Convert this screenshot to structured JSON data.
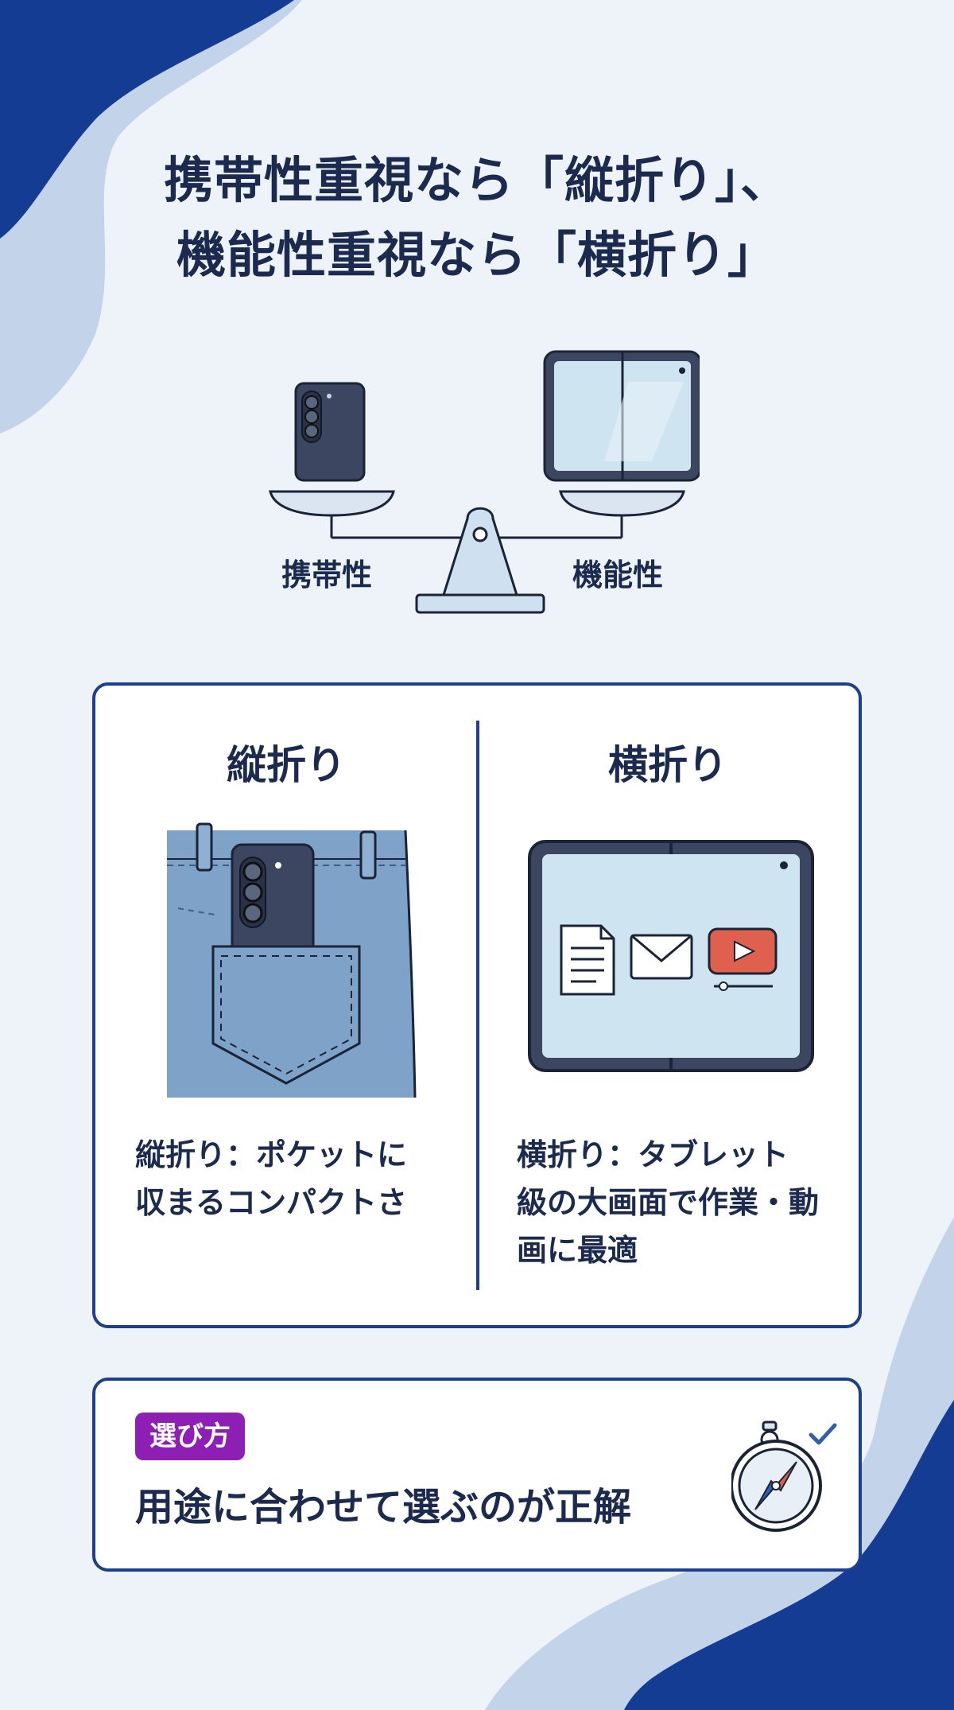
{
  "title": {
    "line1": "携帯性重視なら「縦折り」、",
    "line2": "機能性重視なら「横折り」"
  },
  "scale": {
    "left_label": "携帯性",
    "right_label": "機能性"
  },
  "comparison": {
    "left": {
      "title": "縦折り",
      "desc_line1": "縦折り：ポケットに",
      "desc_line2": "収まるコンパクトさ"
    },
    "right": {
      "title": "横折り",
      "desc_line1": "横折り：タブレット",
      "desc_line2": "級の大画面で作業・動",
      "desc_line3": "画に最適"
    }
  },
  "summary": {
    "tag": "選び方",
    "text": "用途に合わせて選ぶのが正解"
  },
  "colors": {
    "navy": "#1d3f8f",
    "text": "#1b2a4e",
    "tag_purple": "#8d1fb5",
    "denim": "#7fa2c8",
    "screen": "#cfe4f1",
    "video_red": "#e06050"
  },
  "icons": [
    "phone-icon",
    "tablet-icon",
    "balance-scale-icon",
    "pocket-phone-icon",
    "foldable-tablet-icon",
    "document-icon",
    "mail-icon",
    "video-icon",
    "compass-icon",
    "checkmark-icon"
  ]
}
